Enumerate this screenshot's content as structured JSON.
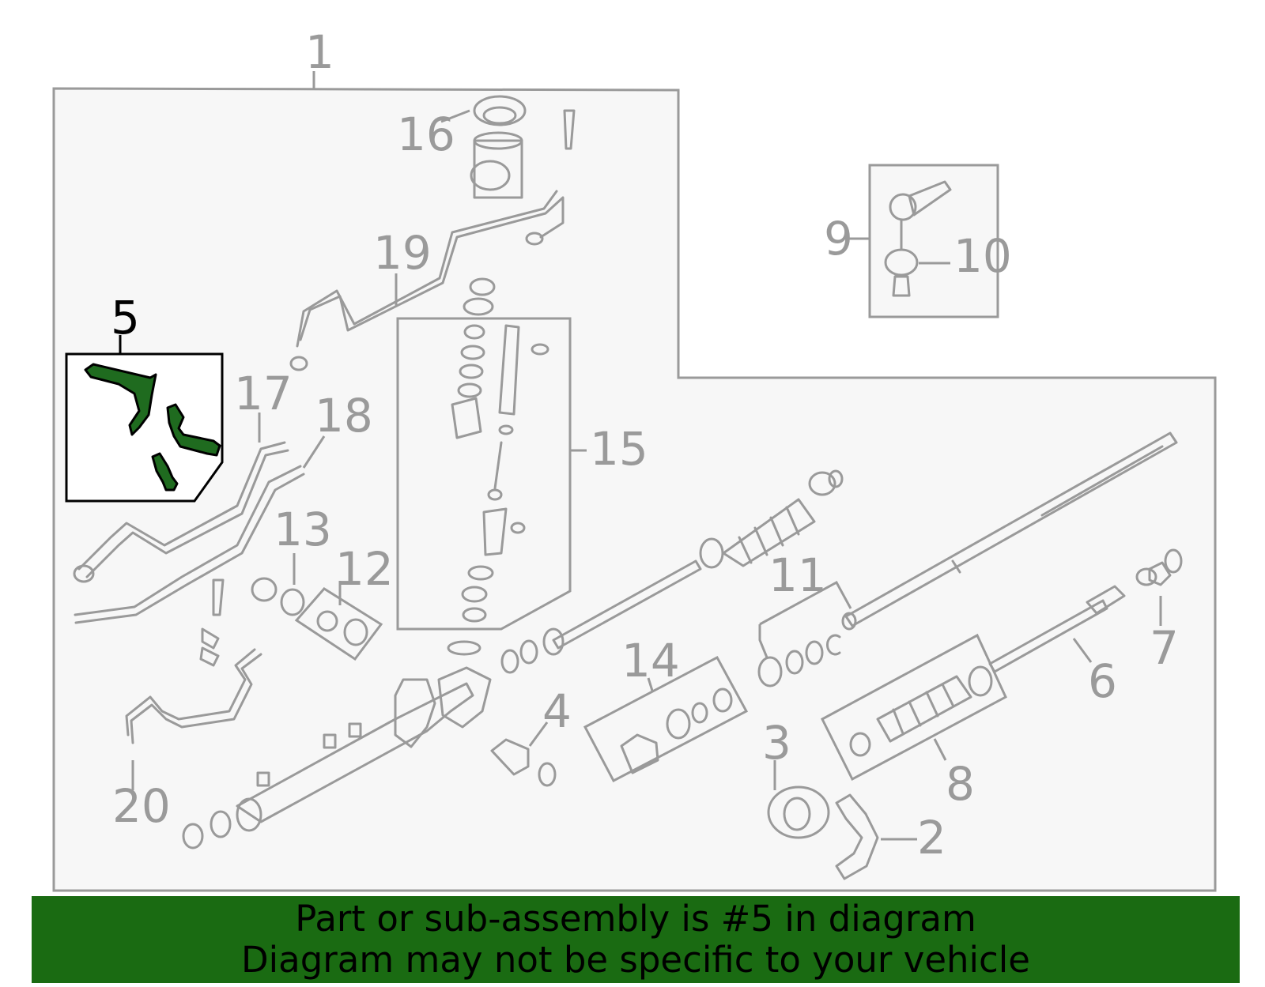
{
  "diagram": {
    "callouts": {
      "c1": "1",
      "c2": "2",
      "c3": "3",
      "c4": "4",
      "c5": "5",
      "c6": "6",
      "c7": "7",
      "c8": "8",
      "c9": "9",
      "c10": "10",
      "c11": "11",
      "c12": "12",
      "c13": "13",
      "c14": "14",
      "c15": "15",
      "c16": "16",
      "c17": "17",
      "c18": "18",
      "c19": "19",
      "c20": "20"
    },
    "highlighted_part": "5",
    "highlight_color": "#1f6b1f",
    "line_color": "#9a9a9a"
  },
  "banner": {
    "line1": "Part or sub-assembly is #5 in diagram",
    "line2": "Diagram may not be specific to your vehicle",
    "background": "#1a6b12"
  }
}
